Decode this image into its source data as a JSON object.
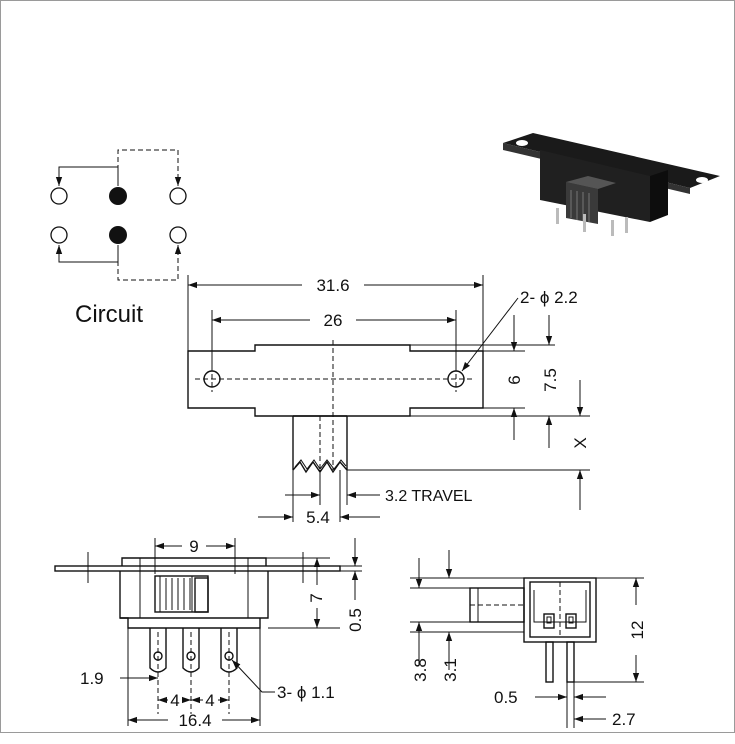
{
  "circuit": {
    "label": "Circuit"
  },
  "top_view": {
    "overall_length": "31.6",
    "hole_spacing": "26",
    "mount_holes": "2- ϕ 2.2",
    "height_inner": "6",
    "height_outer": "7.5",
    "actuator_extension": "X",
    "travel": "3.2 TRAVEL",
    "actuator_width": "5.4"
  },
  "front_view": {
    "actuator_span": "9",
    "body_height": "7",
    "flange_thickness": "0.5",
    "pin_offset": "1.9",
    "pin_pitch_left": "4",
    "pin_pitch_right": "4",
    "pin_holes": "3- ϕ 1.1",
    "body_length": "16.4"
  },
  "side_view": {
    "overall_height": "12",
    "dim_a": "3.8",
    "dim_b": "3.1",
    "pin_thickness": "0.5",
    "pin_spacing": "2.7"
  }
}
